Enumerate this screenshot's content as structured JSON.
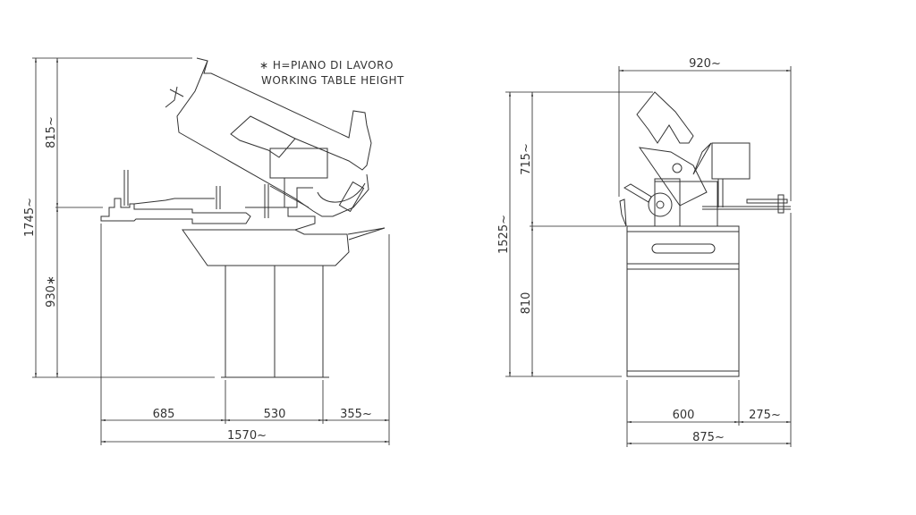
{
  "note": {
    "line1": "∗ H=PIANO DI LAVORO",
    "line2": "WORKING TABLE HEIGHT"
  },
  "side_view": {
    "total_height": "1745~",
    "upper_height": "815~",
    "table_height": "930∗",
    "left_width": "685",
    "base_width": "530",
    "right_width": "355~",
    "total_width": "1570~"
  },
  "front_view": {
    "max_width": "920~",
    "total_height": "1525~",
    "upper_height": "715~",
    "table_height": "810",
    "base_width": "600",
    "right_width": "275~",
    "total_width": "875~"
  }
}
